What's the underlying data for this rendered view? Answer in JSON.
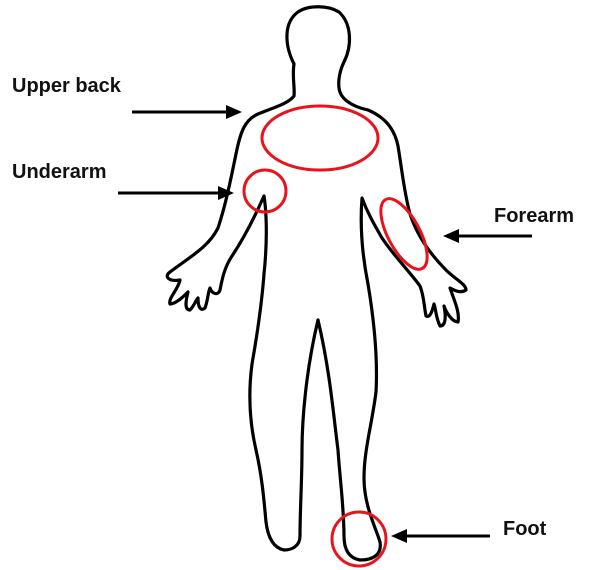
{
  "labels": {
    "upper_back": "Upper back",
    "underarm": "Underarm",
    "forearm": "Forearm",
    "foot": "Foot"
  },
  "icons": {
    "figure": "human-body-outline-icon"
  },
  "colors": {
    "highlight": "#e8141c",
    "outline": "#000000",
    "label": "#111111",
    "background": "#ffffff"
  }
}
